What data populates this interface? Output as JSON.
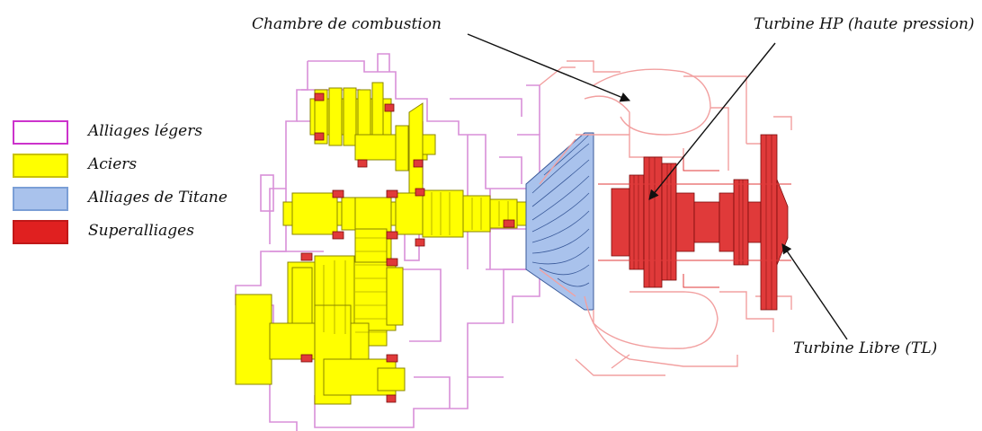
{
  "callouts": {
    "combustion": "Chambre de combustion",
    "turbine_hp": "Turbine HP (haute pression)",
    "turbine_libre": "Turbine Libre (TL)"
  },
  "legend": [
    {
      "label": "Alliages légers",
      "color": "#cc33cc",
      "fill": "#ffffff"
    },
    {
      "label": "Aciers",
      "color": "#c9c200",
      "fill": "#ffff00"
    },
    {
      "label": "Alliages de Titane",
      "color": "#7b9fd6",
      "fill": "#a9c2ec"
    },
    {
      "label": "Superalliages",
      "color": "#c01818",
      "fill": "#e02020"
    }
  ],
  "colors": {
    "light_alloy": "#d98fd9",
    "steel": "#ffff00",
    "steel_edge": "#8a8400",
    "titanium": "#a9c2ec",
    "titanium_edge": "#3a5a9a",
    "superalloy": "#e03a3a",
    "superalloy_edge": "#7a0c0c",
    "casing_pink": "#f2a0a0"
  }
}
